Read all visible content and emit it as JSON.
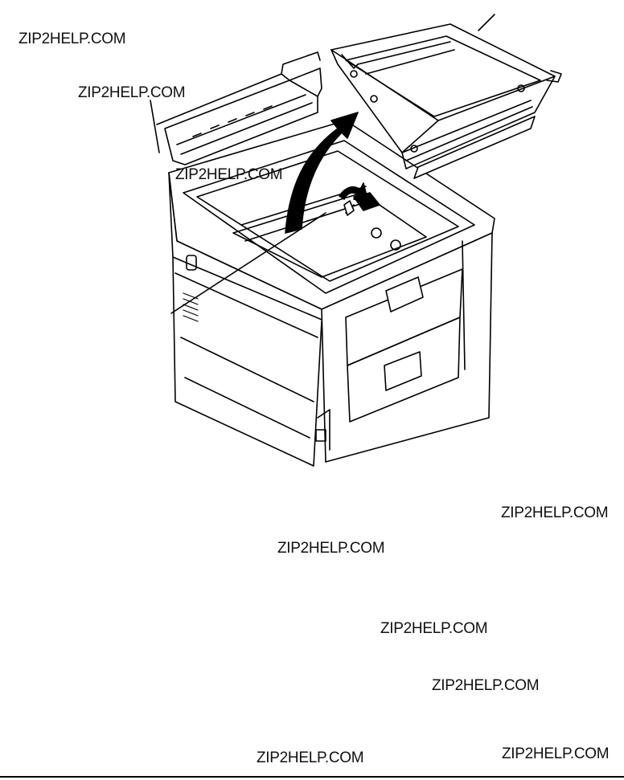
{
  "watermarks": [
    "ZIP2HELP.COM",
    "ZIP2HELP.COM",
    "ZIP2HELP.COM",
    "ZIP2HELP.COM",
    "ZIP2HELP.COM",
    "ZIP2HELP.COM",
    "ZIP2HELP.COM",
    "ZIP2HELP.COM",
    "ZIP2HELP.COM"
  ]
}
